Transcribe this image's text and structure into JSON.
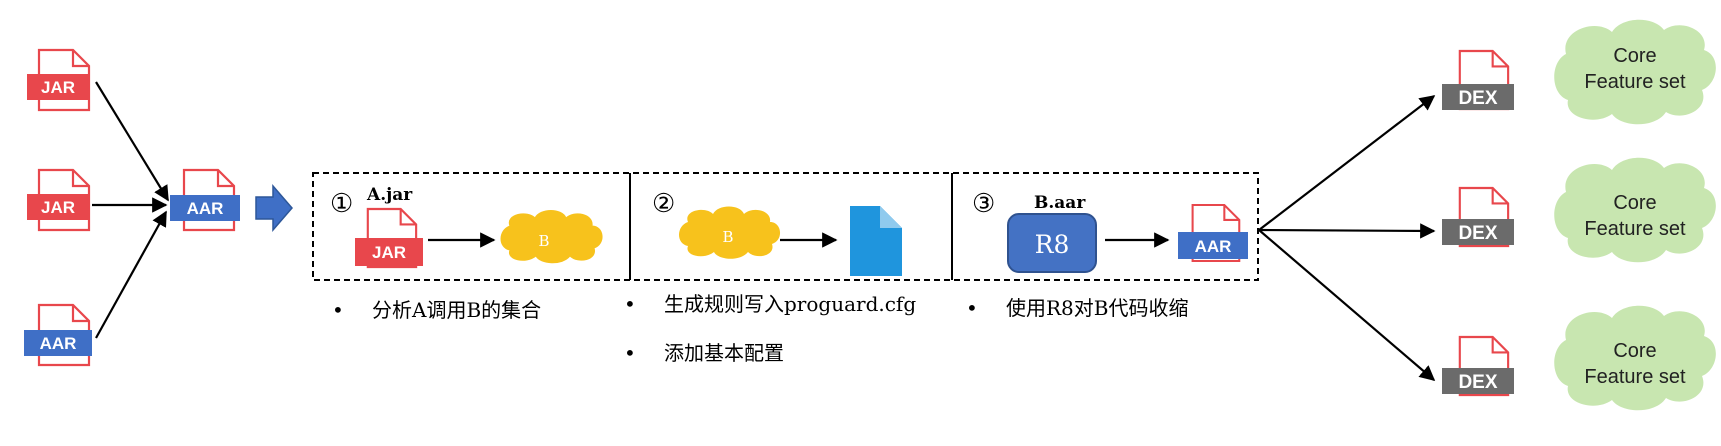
{
  "inputs": [
    {
      "label": "JAR",
      "color": "#e8474c"
    },
    {
      "label": "JAR",
      "color": "#e8474c"
    },
    {
      "label": "AAR",
      "color": "#3f6fc6"
    }
  ],
  "merged": {
    "label": "AAR",
    "color": "#3f6fc6"
  },
  "steps": [
    {
      "num": "①",
      "file_caption": "A.jar",
      "file_label": "JAR",
      "cloud_label": "B"
    },
    {
      "num": "②",
      "cloud_label": "B"
    },
    {
      "num": "③",
      "file_caption": "B.aar",
      "tool_label": "R8",
      "output_label": "AAR"
    }
  ],
  "notes": {
    "step1": [
      "分析A调用B的集合"
    ],
    "step2": [
      "生成规则写入proguard.cfg",
      "添加基本配置"
    ],
    "step3": [
      "使用R8对B代码收缩"
    ]
  },
  "outputs": [
    {
      "dex_label": "DEX",
      "feature_line1": "Core",
      "feature_line2": "Feature set"
    },
    {
      "dex_label": "DEX",
      "feature_line1": "Core",
      "feature_line2": "Feature set"
    },
    {
      "dex_label": "DEX",
      "feature_line1": "Core",
      "feature_line2": "Feature set"
    }
  ],
  "colors": {
    "jar": "#e8474c",
    "aar": "#3f6fc6",
    "dex": "#6b6b6b",
    "cloud_yellow": "#f7c21c",
    "cloud_green": "#c8e6b0",
    "doc_blue": "#1f95dd",
    "r8_blue": "#4472c4",
    "arrow_block": "#3f6fc6"
  }
}
